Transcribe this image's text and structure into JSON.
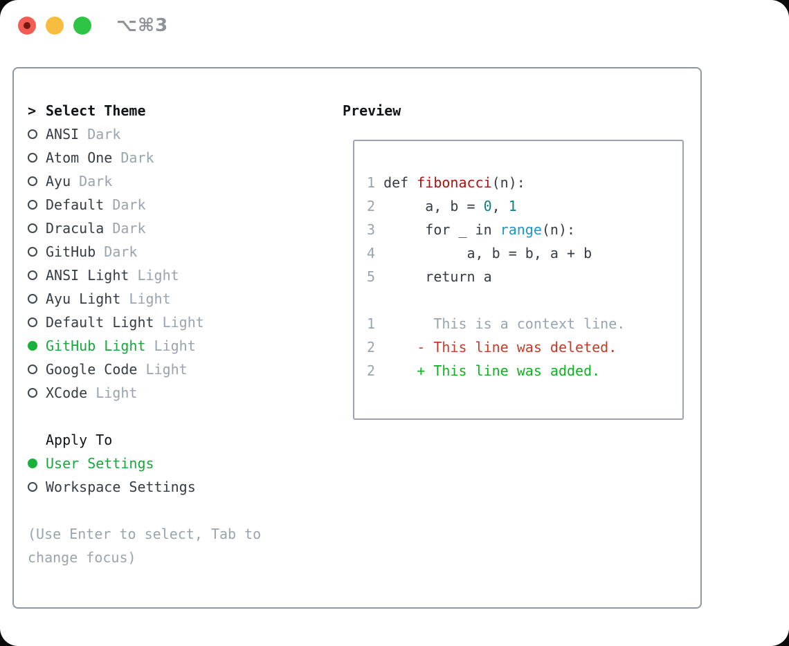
{
  "window": {
    "title": "⌥⌘3"
  },
  "colors": {
    "traffic_red": "#f25c53",
    "traffic_red_dot": "#771712",
    "traffic_yellow": "#f6bd3e",
    "traffic_green": "#2ec547",
    "panel_border": "#8d97a3",
    "preview_border": "#9aa3ae",
    "text_black": "#121517",
    "text_dark": "#363c43",
    "text_gray": "#9aa3ae",
    "radio_outline": "#40474f",
    "radio_fill": "#17b13c",
    "green_selected": "#17a83c",
    "green_added": "#0db31f",
    "red_deleted": "#c63a26",
    "red_function": "#aa1111",
    "teal_number": "#0f7f8c",
    "blue_builtin": "#1c95d4"
  },
  "theme_panel": {
    "prompt": ">",
    "header": "Select Theme",
    "themes": [
      {
        "name": "ANSI",
        "variant": "Dark",
        "selected": false
      },
      {
        "name": "Atom One",
        "variant": "Dark",
        "selected": false
      },
      {
        "name": "Ayu",
        "variant": "Dark",
        "selected": false
      },
      {
        "name": "Default",
        "variant": "Dark",
        "selected": false
      },
      {
        "name": "Dracula",
        "variant": "Dark",
        "selected": false
      },
      {
        "name": "GitHub",
        "variant": "Dark",
        "selected": false
      },
      {
        "name": "ANSI Light",
        "variant": "Light",
        "selected": false
      },
      {
        "name": "Ayu Light",
        "variant": "Light",
        "selected": false
      },
      {
        "name": "Default Light",
        "variant": "Light",
        "selected": false
      },
      {
        "name": "GitHub Light",
        "variant": "Light",
        "selected": true
      },
      {
        "name": "Google Code",
        "variant": "Light",
        "selected": false
      },
      {
        "name": "XCode",
        "variant": "Light",
        "selected": false
      }
    ],
    "apply_to": {
      "header": "Apply To",
      "options": [
        {
          "name": "User Settings",
          "selected": true
        },
        {
          "name": "Workspace Settings",
          "selected": false
        }
      ]
    },
    "help_lines": [
      "(Use Enter to select, Tab to",
      "change focus)"
    ]
  },
  "preview": {
    "header": "Preview",
    "code_lines": [
      {
        "num": "1",
        "tokens": [
          {
            "t": "def ",
            "c": "code"
          },
          {
            "t": "fibonacci",
            "c": "func"
          },
          {
            "t": "(n):",
            "c": "code"
          }
        ]
      },
      {
        "num": "2",
        "tokens": [
          {
            "t": "     a, b = ",
            "c": "code"
          },
          {
            "t": "0",
            "c": "num"
          },
          {
            "t": ", ",
            "c": "code"
          },
          {
            "t": "1",
            "c": "num"
          }
        ]
      },
      {
        "num": "3",
        "tokens": [
          {
            "t": "     for _ in ",
            "c": "code"
          },
          {
            "t": "range",
            "c": "builtin"
          },
          {
            "t": "(n):",
            "c": "code"
          }
        ]
      },
      {
        "num": "4",
        "tokens": [
          {
            "t": "          a, b = b, a + b",
            "c": "code"
          }
        ]
      },
      {
        "num": "5",
        "tokens": [
          {
            "t": "     return a",
            "c": "code"
          }
        ]
      },
      {
        "num": "",
        "tokens": []
      },
      {
        "num": "1",
        "tokens": [
          {
            "t": "      This is a context line.",
            "c": "context"
          }
        ]
      },
      {
        "num": "2",
        "tokens": [
          {
            "t": "    - This line was deleted.",
            "c": "deleted"
          }
        ]
      },
      {
        "num": "2",
        "tokens": [
          {
            "t": "    + This line was added.",
            "c": "added"
          }
        ]
      }
    ]
  }
}
